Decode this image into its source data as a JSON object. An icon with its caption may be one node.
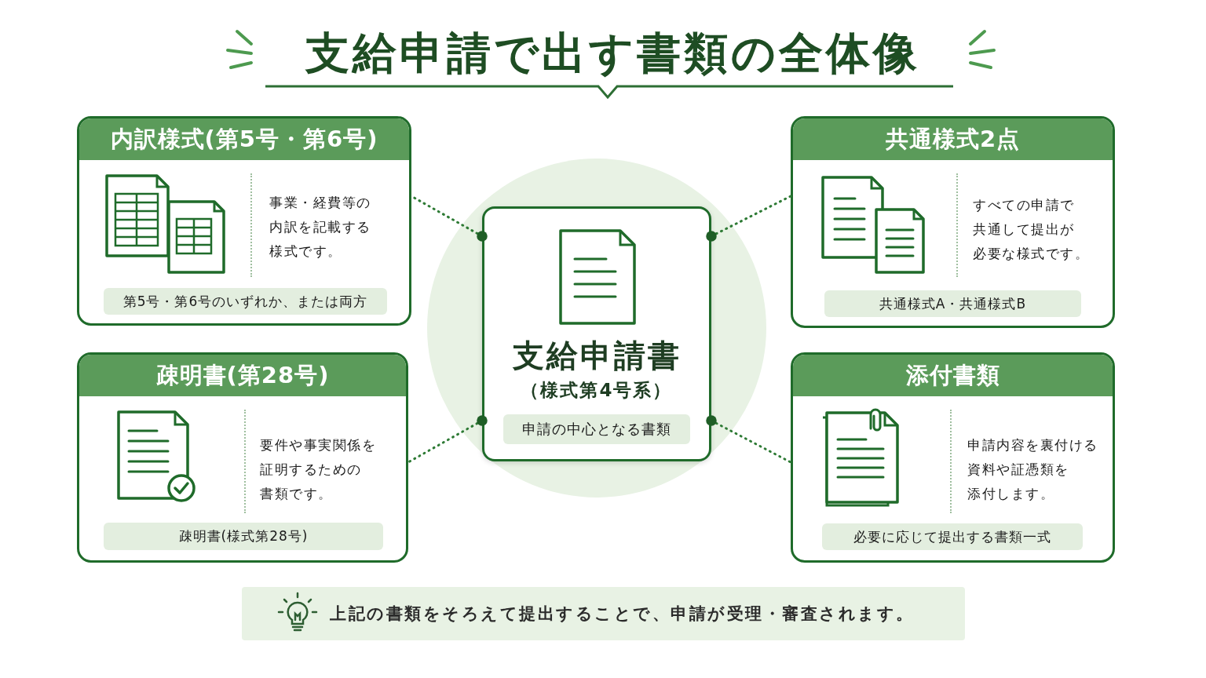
{
  "diagram": {
    "title": "支給申請で出す書類の全体像",
    "nodes": [
      {
        "text": [
          "内訳様式(第5号・第6号)",
          "事業・経費等の内訳を記載する様式です。",
          "第5号・第6号のいずれか、または両方"
        ]
      },
      {
        "text": [
          "支給申請書",
          "（様式第4号系）",
          "申請の中心となる書類"
        ]
      },
      {
        "text": [
          "共通様式2点",
          "すべての申請で共通して提出が必要な様式です。",
          "共通様式A・共通様式B"
        ]
      },
      {
        "text": [
          "疎明書(第28号)",
          "要件や事実関係を証明するための書類です。",
          "疎明書(様式第28号)"
        ]
      },
      {
        "text": [
          "添付書類",
          "申請内容を裏付ける資料や証憑類を添付します。",
          "必要に応じて提出する書類一式"
        ]
      }
    ],
    "edges": [
      {
        "from": 1,
        "to": 0,
        "arrow": "other",
        "style": "dashed"
      },
      {
        "from": 1,
        "to": 2,
        "arrow": "other",
        "style": "dashed"
      },
      {
        "from": 1,
        "to": 3,
        "arrow": "other",
        "style": "dashed"
      },
      {
        "from": 1,
        "to": 4,
        "arrow": "other",
        "style": "dashed"
      }
    ],
    "labels": [
      "上記の書類をそろえて提出することで、申請が受理・審査されます。"
    ]
  }
}
